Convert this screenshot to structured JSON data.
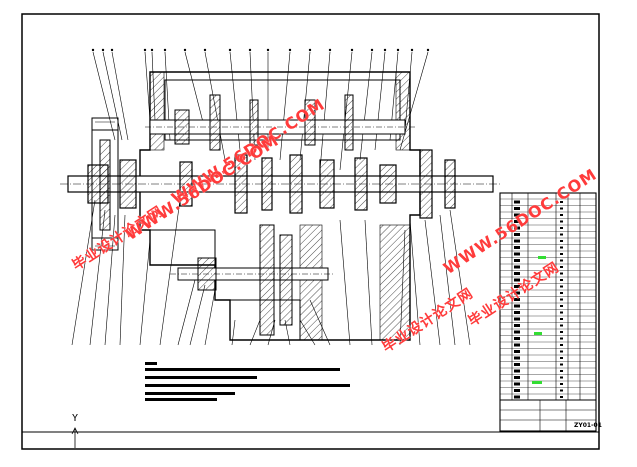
{
  "watermarks": [
    {
      "text": "WWW.56DOC.COM",
      "kind": "url"
    },
    {
      "text": "毕业设计论文网",
      "kind": "cn"
    },
    {
      "text": "WWW.56DOC.COM",
      "kind": "url"
    },
    {
      "text": "毕业设计论文网",
      "kind": "cn"
    },
    {
      "text": "WWW.56DOC.COM",
      "kind": "url"
    },
    {
      "text": "毕业设计论文网",
      "kind": "cn"
    }
  ],
  "axis_label": "Y",
  "title_block": {
    "drawing_no": "ZY01-01"
  },
  "colors": {
    "line": "#000000",
    "watermark": "#ff3b3b",
    "highlight": "#33dd33"
  }
}
